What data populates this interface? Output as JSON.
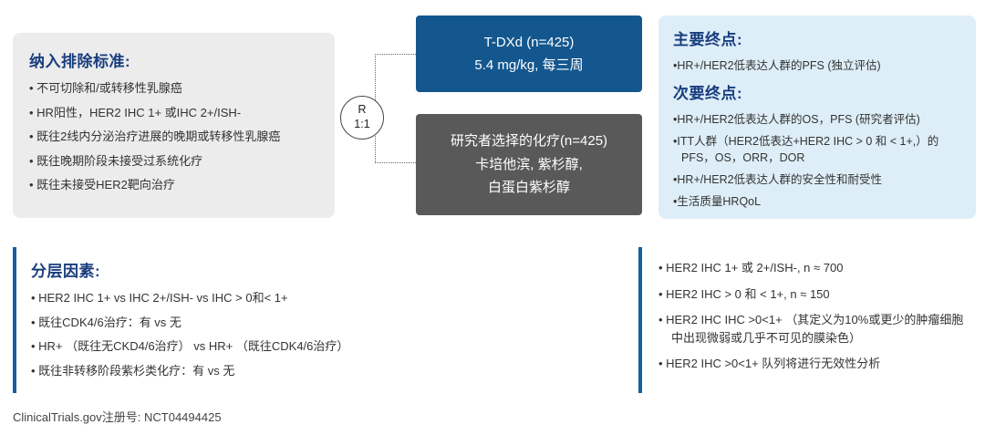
{
  "colors": {
    "heading": "#1a3e7e",
    "arm_blue": "#14578f",
    "arm_gray": "#595959",
    "panel_gray": "#ececec",
    "panel_blue": "#ddeef8",
    "accent": "#1460a0"
  },
  "criteria_panel": {
    "title": "纳入排除标准:",
    "items": [
      "不可切除和/或转移性乳腺癌",
      "HR阳性，HER2 IHC 1+ 或IHC 2+/ISH-",
      "既往2线内分泌治疗进展的晚期或转移性乳腺癌",
      "既往晚期阶段未接受过系统化疗",
      "既往未接受HER2靶向治疗"
    ]
  },
  "randomization": {
    "letter": "R",
    "ratio": "1:1"
  },
  "arms": {
    "tdxd": {
      "line1": "T-DXd (n=425)",
      "line2": "5.4 mg/kg, 每三周"
    },
    "chemo": {
      "line1": "研究者选择的化疗(n=425)",
      "line2": "卡培他滨, 紫杉醇,",
      "line3": "白蛋白紫杉醇"
    }
  },
  "endpoints_panel": {
    "primary_title": "主要终点:",
    "primary_items": [
      "HR+/HER2低表达人群的PFS (独立评估)"
    ],
    "secondary_title": "次要终点:",
    "secondary_items": [
      "HR+/HER2低表达人群的OS，PFS (研究者评估)",
      "ITT人群（HER2低表达+HER2 IHC > 0 和 < 1+,）的PFS，OS，ORR，DOR",
      "HR+/HER2低表达人群的安全性和耐受性",
      "生活质量HRQoL"
    ]
  },
  "stratification_panel": {
    "title": "分层因素:",
    "items": [
      "HER2 IHC 1+ vs IHC 2+/ISH- vs IHC > 0和< 1+",
      "既往CDK4/6治疗：有 vs 无",
      "HR+ （既往无CKD4/6治疗） vs HR+ （既往CDK4/6治疗）",
      "既往非转移阶段紫杉类化疗：有 vs 无"
    ]
  },
  "cohort_panel": {
    "items": [
      "HER2 IHC 1+ 或 2+/ISH-, n ≈ 700",
      "HER2 IHC > 0 和 < 1+, n ≈ 150",
      "HER2 IHC IHC >0<1+ （其定义为10%或更少的肿瘤细胞中出现微弱或几乎不可见的膜染色）",
      "HER2 IHC >0<1+ 队列将进行无效性分析"
    ]
  },
  "footer": {
    "registry_note": "ClinicalTrials.gov注册号: NCT04494425"
  }
}
